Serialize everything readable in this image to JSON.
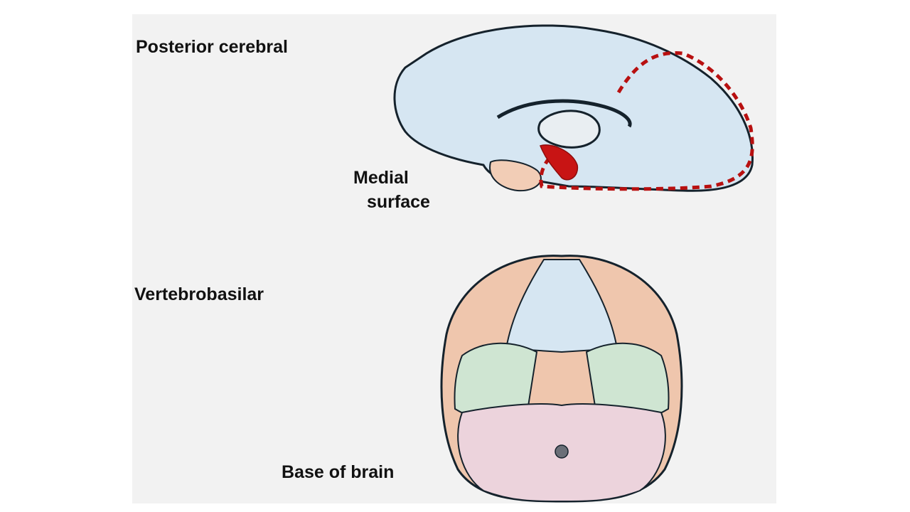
{
  "labels": {
    "posterior_cerebral": "Posterior cerebral",
    "medial_line1": "Medial",
    "medial_line2": "surface",
    "vertebrobasilar": "Vertebrobasilar",
    "base_of_brain": "Base of brain"
  },
  "colors": {
    "background": "#f2f2f2",
    "cortex_blue": "#d6e6f2",
    "vessel_dark": "#0d1a24",
    "artery_red": "#c81414",
    "temporal_peach": "#f2cdb6",
    "frontal_peach": "#efc6ad",
    "occipital_pink": "#ecd3dc",
    "green_region": "#cfe5d2"
  }
}
